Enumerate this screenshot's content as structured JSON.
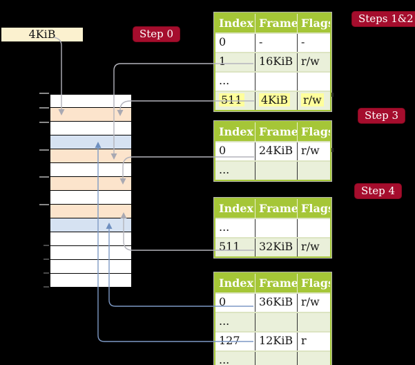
{
  "frame_label": "4KiB",
  "badges": [
    {
      "id": "step0",
      "label": "Step 0"
    },
    {
      "id": "steps12",
      "label": "Steps 1&2"
    },
    {
      "id": "step3",
      "label": "Step 3"
    },
    {
      "id": "step4",
      "label": "Step 4"
    }
  ],
  "memory": {
    "rows": [
      "free",
      "table",
      "free",
      "page",
      "table",
      "free",
      "table",
      "free",
      "table",
      "page",
      "free",
      "free",
      "free",
      "free"
    ]
  },
  "tables": [
    {
      "id": "t1",
      "headers": [
        "Index",
        "Frame",
        "Flags"
      ],
      "rows": [
        {
          "cells": [
            "0",
            "-",
            "-"
          ],
          "shaded": false,
          "highlight": false
        },
        {
          "cells": [
            "1",
            "16KiB",
            "r/w"
          ],
          "shaded": true,
          "highlight": false
        },
        {
          "cells": [
            "...",
            "",
            ""
          ],
          "shaded": false,
          "highlight": false
        },
        {
          "cells": [
            "511",
            "4KiB",
            "r/w"
          ],
          "shaded": true,
          "highlight": true
        }
      ]
    },
    {
      "id": "t2",
      "headers": [
        "Index",
        "Frame",
        "Flags"
      ],
      "rows": [
        {
          "cells": [
            "0",
            "24KiB",
            "r/w"
          ],
          "shaded": false,
          "highlight": false
        },
        {
          "cells": [
            "...",
            "",
            ""
          ],
          "shaded": true,
          "highlight": false
        }
      ]
    },
    {
      "id": "t3",
      "headers": [
        "Index",
        "Frame",
        "Flags"
      ],
      "rows": [
        {
          "cells": [
            "...",
            "",
            ""
          ],
          "shaded": false,
          "highlight": false
        },
        {
          "cells": [
            "511",
            "32KiB",
            "r/w"
          ],
          "shaded": true,
          "highlight": false
        }
      ]
    },
    {
      "id": "t4",
      "headers": [
        "Index",
        "Frame",
        "Flags"
      ],
      "rows": [
        {
          "cells": [
            "0",
            "36KiB",
            "r/w"
          ],
          "shaded": false,
          "highlight": false
        },
        {
          "cells": [
            "...",
            "",
            ""
          ],
          "shaded": true,
          "highlight": false
        },
        {
          "cells": [
            "127",
            "12KiB",
            "r"
          ],
          "shaded": false,
          "highlight": false
        },
        {
          "cells": [
            "...",
            "",
            ""
          ],
          "shaded": true,
          "highlight": false
        }
      ]
    }
  ],
  "colors": {
    "header_green": "#a5c637",
    "row_green": "#eaf0da",
    "frame_peach": "#fce4cc",
    "page_blue": "#d6e2f2",
    "label_cream": "#fbf1cf",
    "badge_red": "#a50d2d",
    "highlight_yellow": "#ffff9c",
    "arrow_gray": "#b4b4bc",
    "arrow_blue": "#7d99c5"
  }
}
